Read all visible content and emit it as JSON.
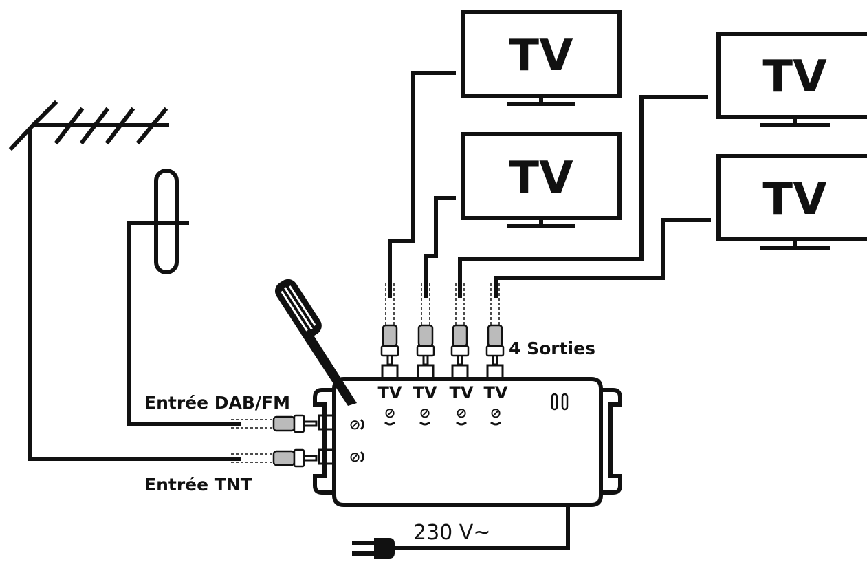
{
  "labels": {
    "tv": "TV",
    "outputs": "4 Sorties",
    "input_dab_fm": "Entrée DAB/FM",
    "input_tnt": "Entrée TNT",
    "voltage": "230 V~"
  },
  "amplifier": {
    "output_port_labels": [
      "TV",
      "TV",
      "TV",
      "TV"
    ],
    "knob_symbol": "⊘"
  },
  "colors": {
    "line": "#111111",
    "background": "#ffffff",
    "connector": "#bbbbbb"
  }
}
